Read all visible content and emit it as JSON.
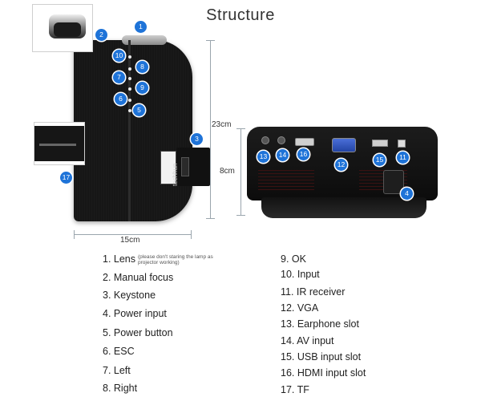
{
  "title": "Structure",
  "brand_text": "techhun",
  "dimensions": {
    "height": "23cm",
    "depth": "8cm",
    "width": "15cm"
  },
  "colors": {
    "marker": "#1e73d8",
    "body": "#141414",
    "vga": "#2f55c4"
  },
  "markers": [
    "1",
    "2",
    "3",
    "4",
    "5",
    "6",
    "7",
    "8",
    "9",
    "10",
    "11",
    "12",
    "13",
    "14",
    "15",
    "16",
    "17"
  ],
  "legend": {
    "left": [
      {
        "label": "1. Lens",
        "note": "(please don't staring the lamp as projector working)"
      },
      {
        "label": "2. Manual focus"
      },
      {
        "label": "3. Keystone"
      },
      {
        "label": "4. Power input"
      },
      {
        "label": "5. Power button"
      },
      {
        "label": "6. ESC"
      },
      {
        "label": "7. Left"
      },
      {
        "label": "8. Right"
      }
    ],
    "right": [
      {
        "label": "9. OK"
      },
      {
        "label": "10. Input"
      },
      {
        "label": "11. IR receiver"
      },
      {
        "label": "12. VGA"
      },
      {
        "label": "13. Earphone slot"
      },
      {
        "label": "14. AV input"
      },
      {
        "label": "15. USB input slot"
      },
      {
        "label": "16. HDMI input slot"
      },
      {
        "label": "17. TF"
      }
    ]
  }
}
